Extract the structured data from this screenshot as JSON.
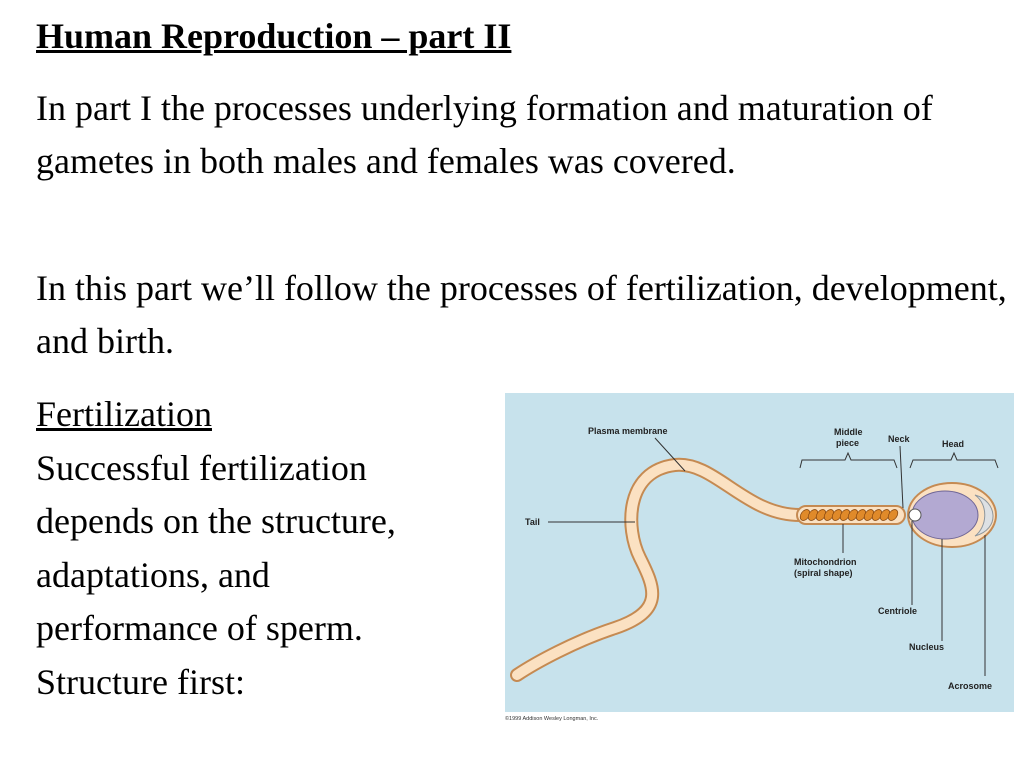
{
  "slide": {
    "title": "Human Reproduction – part II",
    "paragraph1": "In part I the processes underlying formation and maturation of gametes in both males and females was covered.",
    "paragraph2": "In this part we’ll follow the processes of fertilization, development, and birth.",
    "section_heading": "Fertilization",
    "body_lines": [
      "Successful fertilization",
      "depends on the structure,",
      "adaptations, and",
      "performance of sperm.",
      "Structure first:"
    ]
  },
  "figure": {
    "labels": {
      "plasma_membrane": "Plasma membrane",
      "middle_piece_line1": "Middle",
      "middle_piece_line2": "piece",
      "neck": "Neck",
      "head": "Head",
      "tail": "Tail",
      "mitochondrion_line1": "Mitochondrion",
      "mitochondrion_line2": "(spiral shape)",
      "centriole": "Centriole",
      "nucleus": "Nucleus",
      "acrosome": "Acrosome"
    },
    "credit": "©1999 Addison Wesley Longman, Inc.",
    "colors": {
      "background": "#c7e2ec",
      "tail_fill": "#fbe1c2",
      "tail_outline": "#c58a52",
      "mitochondrion": "#e08a2a",
      "nucleus": "#b3a9d2",
      "acrosome": "#dde1e4"
    }
  }
}
